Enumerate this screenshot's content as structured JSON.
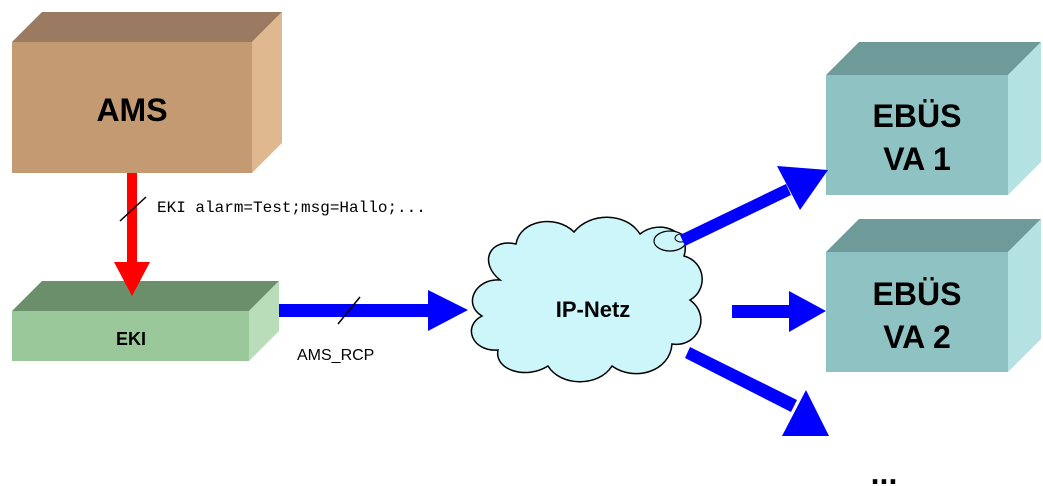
{
  "nodes": {
    "ams": {
      "label": "AMS"
    },
    "eki": {
      "label": "EKI"
    },
    "ip_netz": {
      "label": "IP-Netz"
    },
    "ebus1": {
      "line1": "EBÜS",
      "line2": "VA 1"
    },
    "ebus2": {
      "line1": "EBÜS",
      "line2": "VA 2"
    },
    "more": {
      "label": "..."
    }
  },
  "edges": {
    "ams_to_eki": {
      "label": "EKI alarm=Test;msg=Hallo;..."
    },
    "eki_to_net": {
      "label": "AMS_RCP"
    }
  },
  "colors": {
    "ams_front": "#c49a73",
    "ams_top": "#9a7a60",
    "ams_side": "#e0b890",
    "eki_front": "#9ac89a",
    "eki_top": "#6b8e6b",
    "eki_side": "#b9dcb9",
    "ebus_front": "#8fc3c3",
    "ebus_top": "#6e9a9a",
    "ebus_side": "#b4e1e1",
    "cloud_fill": "#ccf6fa",
    "red_arrow": "#ff0000",
    "blue_arrow": "#0000ff"
  }
}
